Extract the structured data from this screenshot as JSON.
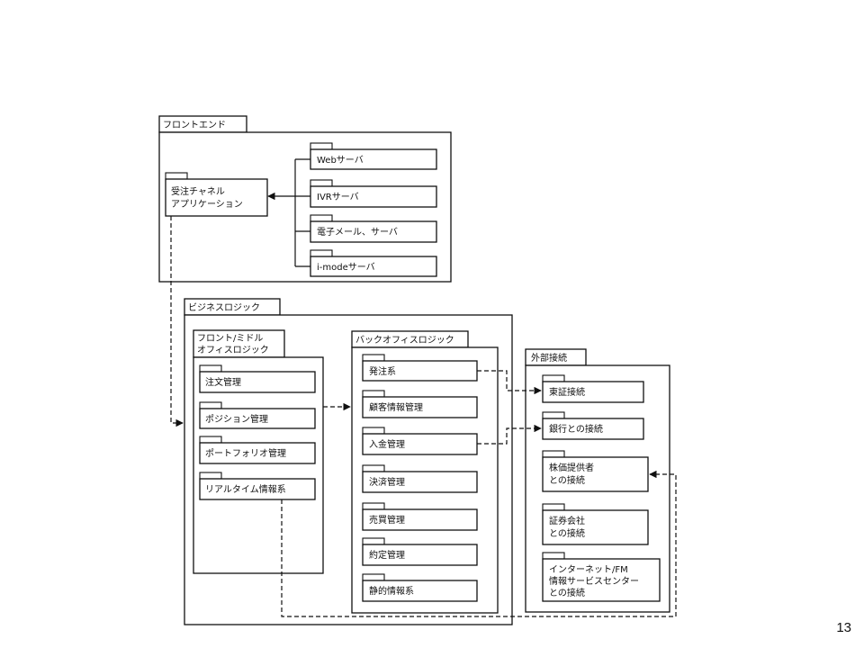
{
  "frontend": {
    "title": "フロントエンド",
    "app": [
      "受注チャネル",
      "アプリケーション"
    ],
    "servers": [
      "Webサーバ",
      "IVRサーバ",
      "電子メール、サーバ",
      "i-modeサーバ"
    ]
  },
  "business": {
    "title": "ビジネスロジック",
    "front_middle": {
      "title": [
        "フロント/ミドル",
        "オフィスロジック"
      ],
      "items": [
        "注文管理",
        "ポジション管理",
        "ポートフォリオ管理",
        "リアルタイム情報系"
      ]
    },
    "back": {
      "title": "バックオフィスロジック",
      "items": [
        "発注系",
        "顧客情報管理",
        "入金管理",
        "決済管理",
        "売買管理",
        "約定管理",
        "静的情報系"
      ]
    }
  },
  "external": {
    "title": "外部接続",
    "items": [
      [
        "東証接続"
      ],
      [
        "銀行との接続"
      ],
      [
        "株価提供者",
        "との接続"
      ],
      [
        "証券会社",
        "との接続"
      ],
      [
        "インターネット/FM",
        "情報サービスセンター",
        "との接続"
      ]
    ]
  },
  "page_number": "13"
}
